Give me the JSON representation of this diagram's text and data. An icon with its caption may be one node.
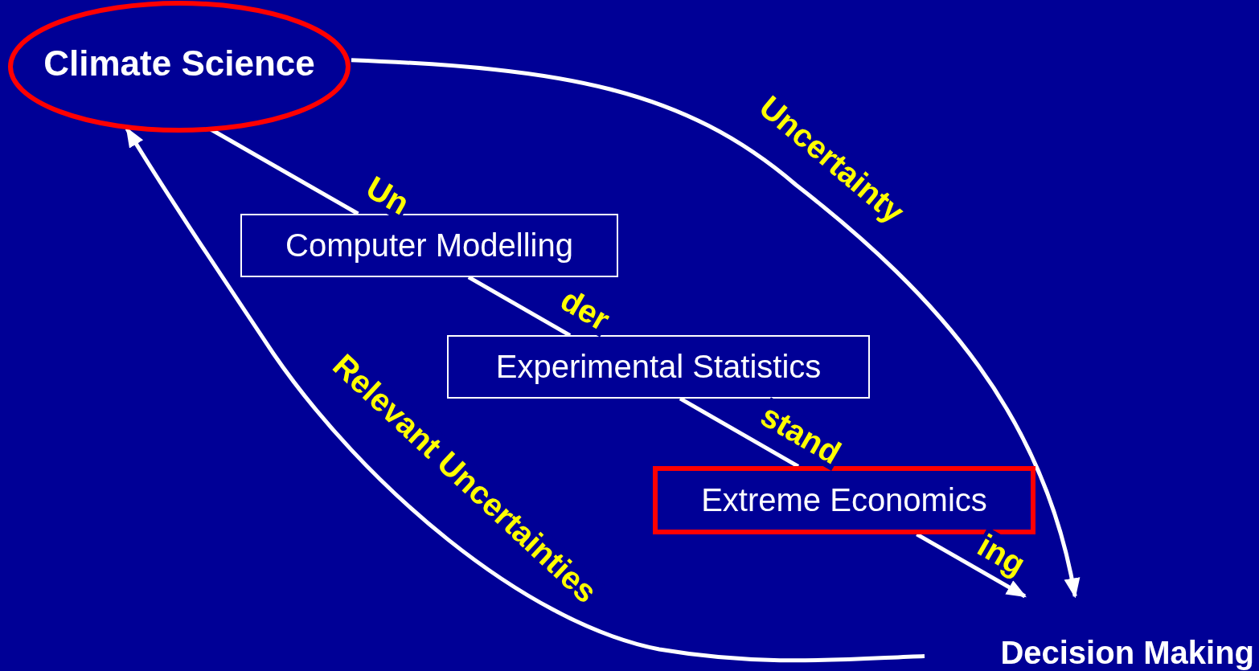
{
  "diagram": {
    "nodes": [
      {
        "text": [
          "Climate Science"
        ]
      },
      {
        "text": [
          "Computer Modelling"
        ]
      },
      {
        "text": [
          "Experimental Statistics"
        ]
      },
      {
        "text": [
          "Extreme Economics"
        ]
      },
      {
        "text": [
          "Decision Making"
        ]
      }
    ],
    "edges": [
      {
        "from": 0,
        "to": 4,
        "arrow": "to",
        "label": "Uncertainty"
      },
      {
        "from": 0,
        "to": 1,
        "arrow": "none",
        "label": "Un"
      },
      {
        "from": 1,
        "to": 2,
        "arrow": "none",
        "label": "der"
      },
      {
        "from": 2,
        "to": 3,
        "arrow": "none",
        "label": "stand"
      },
      {
        "from": 3,
        "to": 4,
        "arrow": "to",
        "label": "ing"
      },
      {
        "from": 4,
        "to": 0,
        "arrow": "to",
        "label": "Relevant Uncertainties"
      }
    ]
  }
}
